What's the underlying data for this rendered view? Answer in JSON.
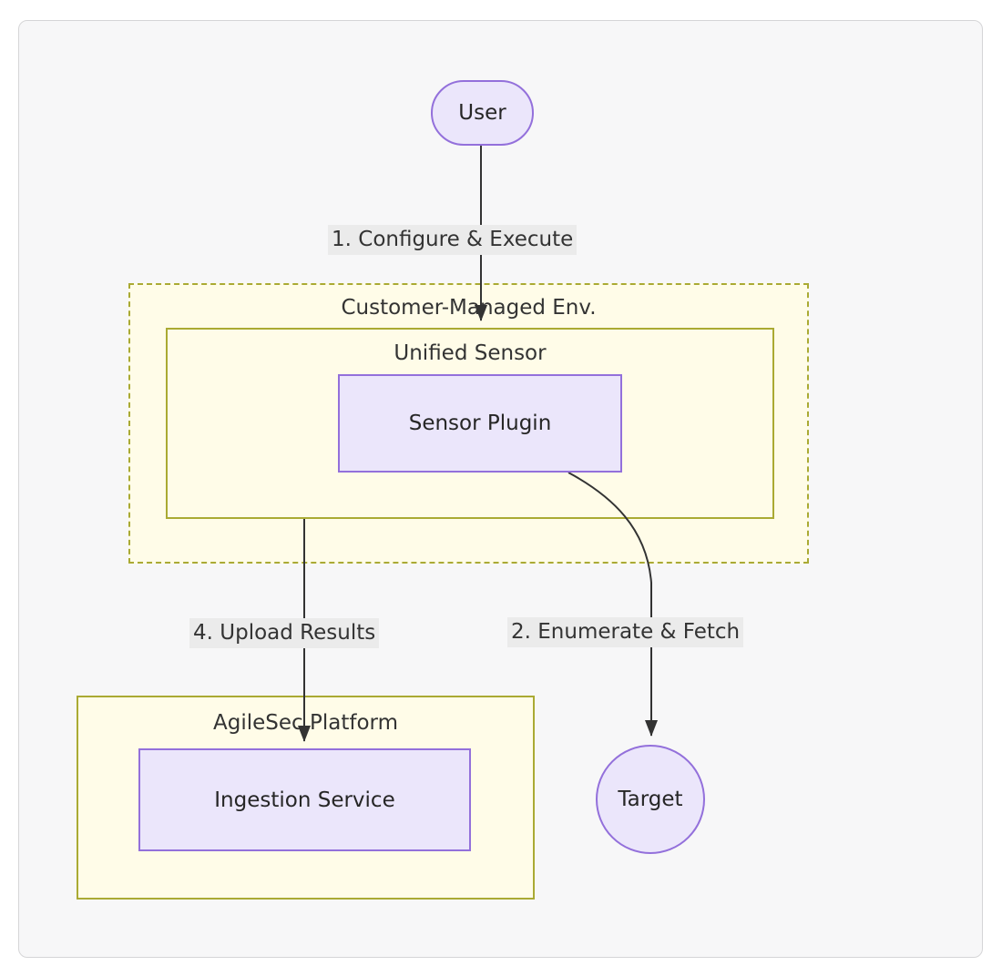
{
  "diagram": {
    "type": "flowchart",
    "direction": "top-down",
    "background_color": "#f7f7f8",
    "page_background": "#ffffff",
    "colors": {
      "node_fill": "#ebe6fb",
      "node_stroke": "#9370db",
      "subgraph_fill": "#fffce8",
      "subgraph_stroke": "#aaaa33",
      "edge_stroke": "#333333",
      "edge_label_bg": "#ebebeb",
      "text": "#262626"
    },
    "nodes": [
      {
        "id": "user",
        "label": "User",
        "shape": "stadium"
      },
      {
        "id": "sensor-plugin",
        "label": "Sensor Plugin",
        "shape": "rect"
      },
      {
        "id": "ingestion-service",
        "label": "Ingestion Service",
        "shape": "rect"
      },
      {
        "id": "target",
        "label": "Target",
        "shape": "circle"
      }
    ],
    "subgraphs": [
      {
        "id": "customer-managed-env",
        "title": "Customer-Managed Env.",
        "border": "dashed"
      },
      {
        "id": "unified-sensor",
        "title": "Unified Sensor",
        "border": "solid"
      },
      {
        "id": "agilesec-platform",
        "title": "AgileSec Platform",
        "border": "solid"
      }
    ],
    "edges": [
      {
        "id": "edge-user-to-sensor",
        "from": "user",
        "to": "unified-sensor",
        "label": "1. Configure & Execute"
      },
      {
        "id": "edge-sensor-to-target",
        "from": "sensor-plugin",
        "to": "target",
        "label": "2. Enumerate & Fetch"
      },
      {
        "id": "edge-sensor-to-ingestion",
        "from": "unified-sensor",
        "to": "ingestion-service",
        "label": "4. Upload Results"
      }
    ]
  }
}
